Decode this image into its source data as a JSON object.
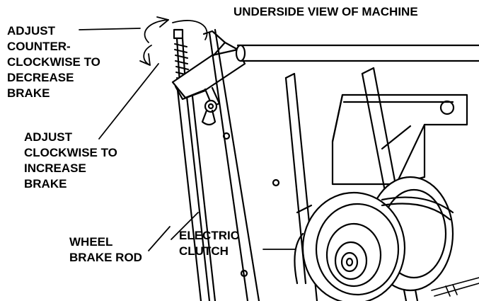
{
  "title": "UNDERSIDE VIEW OF MACHINE",
  "callouts": {
    "counter_clockwise": [
      "ADJUST",
      "COUNTER-",
      "CLOCKWISE TO",
      "DECREASE",
      "BRAKE"
    ],
    "clockwise": [
      "ADJUST",
      "CLOCKWISE TO",
      "INCREASE",
      "BRAKE"
    ],
    "wheel_brake_rod": [
      "WHEEL",
      "BRAKE ROD"
    ],
    "electric_clutch": [
      "ELECTRIC",
      "CLUTCH"
    ]
  },
  "colors": {
    "ink": "#000000",
    "paper": "#ffffff"
  }
}
